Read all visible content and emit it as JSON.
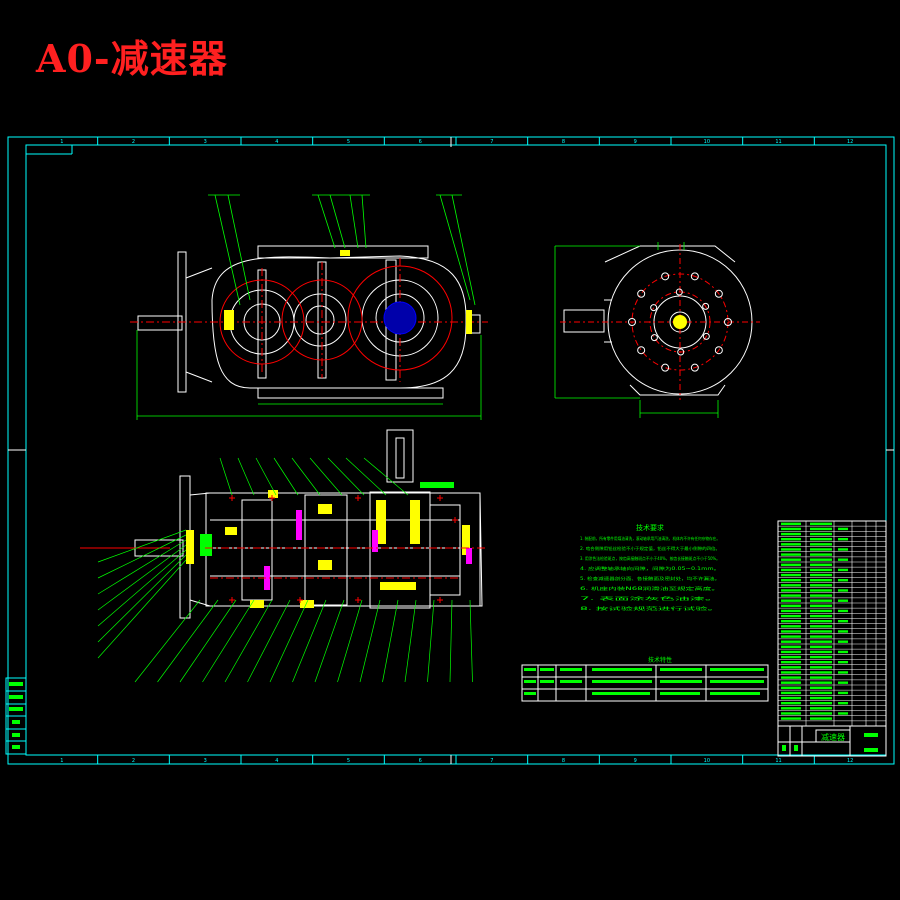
{
  "title": "A0-减速器",
  "colors": {
    "background": "#000000",
    "frame": "#00ffff",
    "outline": "#ffffff",
    "dimension": "#00ff00",
    "centerline": "#ff0000",
    "hatch": "#ffff00",
    "accent": "#ff00ff",
    "shaft": "#0000ff",
    "title": "#ff2020"
  },
  "frame": {
    "column_numbers": [
      "1",
      "2",
      "3",
      "4",
      "5",
      "6",
      "7",
      "8",
      "9",
      "10",
      "11",
      "12"
    ]
  },
  "notes": {
    "heading": "技术要求",
    "lines": [
      "1. 装配前，所有零件用煤油清洗，滚动轴承用汽油清洗，机体内不许有任何杂物存在。",
      "2. 啮合侧隙用铅丝检验不小于规定值，铅丝不得大于最小侧隙的四倍。",
      "3. 用涂色法检验斑点，按齿高接触斑点不小于40%，按齿长接触斑点不小于50%。",
      "4. 应调整轴承轴向间隙，间隙为0.05~0.1mm。",
      "5. 检查减速器剖分面、各接触面及密封处，均不许漏油。",
      "6. 机座内装N68润滑油至规定高度。",
      "7. 表面涂灰色油漆。",
      "8. 按试验规范进行试验。"
    ]
  },
  "spec_table": {
    "heading": "技术特性"
  },
  "title_block": {
    "drawing_name": "减速器"
  }
}
